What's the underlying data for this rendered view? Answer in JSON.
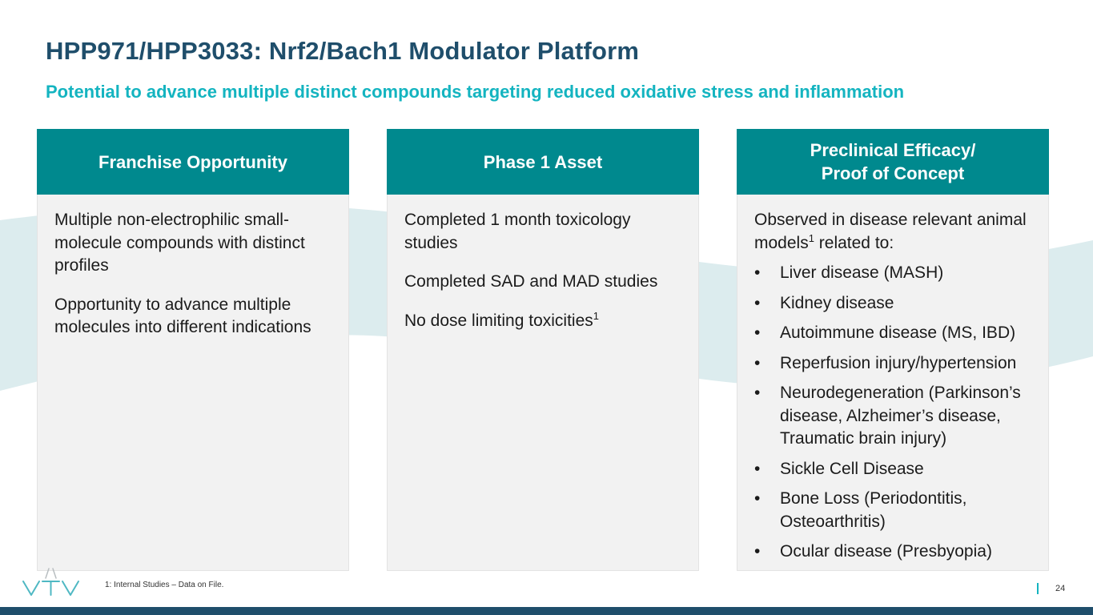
{
  "slide": {
    "title": "HPP971/HPP3033: Nrf2/Bach1 Modulator Platform",
    "subtitle": "Potential to advance multiple distinct compounds targeting reduced oxidative stress and inflammation"
  },
  "cards": [
    {
      "header": "Franchise Opportunity",
      "paragraphs": [
        "Multiple non-electrophilic small-molecule compounds with distinct profiles",
        "Opportunity to advance multiple molecules into different indications"
      ]
    },
    {
      "header": "Phase 1 Asset",
      "paragraphs": [
        "Completed 1 month toxicology studies",
        "Completed SAD and MAD studies",
        "No dose limiting toxicities"
      ],
      "footnote_marker": "1"
    },
    {
      "header_line1": "Preclinical Efficacy/",
      "header_line2": "Proof of Concept",
      "intro": "Observed in disease relevant animal models",
      "intro_marker": "1",
      "intro_tail": " related to:",
      "bullet_symbol": "•",
      "bullets": [
        "Liver disease (MASH)",
        "Kidney disease",
        "Autoimmune disease (MS, IBD)",
        "Reperfusion injury/hypertension",
        "Neurodegeneration (Parkinson’s disease, Alzheimer’s disease, Traumatic brain injury)",
        "Sickle Cell Disease",
        "Bone Loss (Periodontitis, Osteoarthritis)",
        "Ocular disease (Presbyopia)"
      ]
    }
  ],
  "footer": {
    "footnote": "1: Internal Studies – Data on File.",
    "page_number": "24"
  },
  "colors": {
    "title": "#1f4e6b",
    "subtitle": "#14b4c0",
    "card_header": "#00898e",
    "card_body": "#f2f2f2",
    "wave": "#dcecee",
    "bottom_bar": "#1f4e6b"
  }
}
